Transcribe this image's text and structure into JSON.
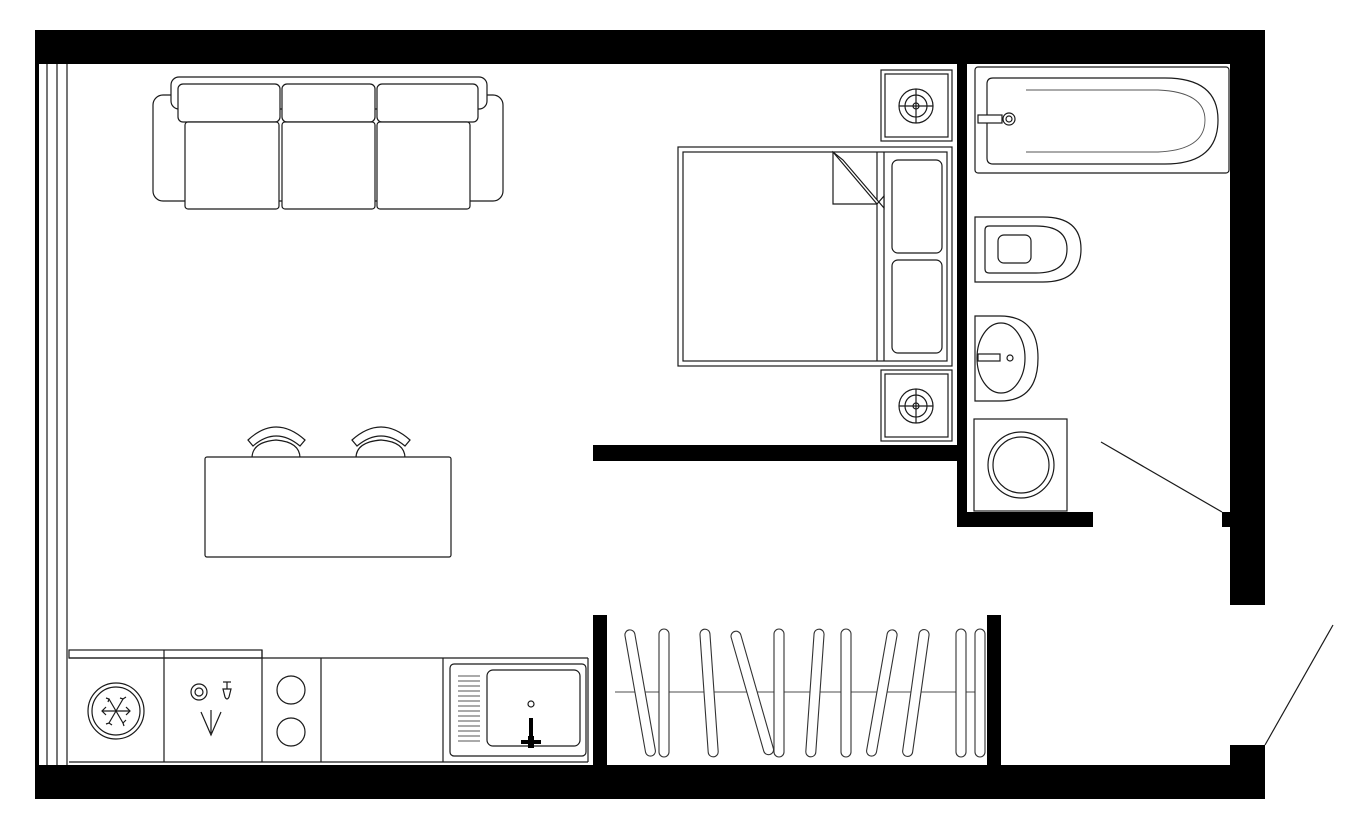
{
  "plan": {
    "type": "apartment-floor-plan",
    "colors": {
      "wall": "#000000",
      "line": "#1a1a1a",
      "background": "#ffffff"
    },
    "rooms": [
      "living-area",
      "sleeping-area",
      "kitchen",
      "wardrobe",
      "bathroom",
      "entrance-hall"
    ],
    "fixtures": [
      "sofa",
      "double-bed",
      "nightstand",
      "nightstand",
      "dining-table",
      "chair",
      "chair",
      "refrigerator",
      "dishwasher",
      "cooktop",
      "kitchen-sink",
      "clothes-rail",
      "bathtub",
      "toilet",
      "washbasin",
      "washing-machine",
      "entrance-door",
      "bathroom-door",
      "window"
    ],
    "hangers": 11
  }
}
